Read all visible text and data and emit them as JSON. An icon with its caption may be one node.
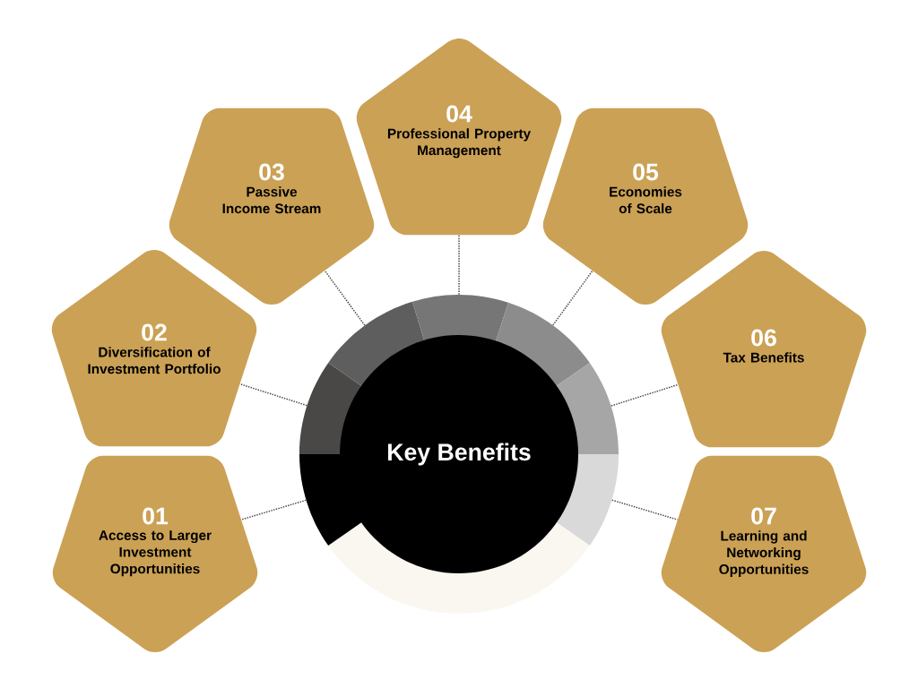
{
  "diagram": {
    "nodes": [
      {
        "text": [
          "Key Benefits"
        ]
      },
      {
        "text": [
          "01",
          "Access to Larger Investment Opportunities"
        ]
      },
      {
        "text": [
          "02",
          "Diversification of Investment Portfolio"
        ]
      },
      {
        "text": [
          "03",
          "Passive Income Stream"
        ]
      },
      {
        "text": [
          "04",
          "Professional Property Management"
        ]
      },
      {
        "text": [
          "05",
          "Economies of Scale"
        ]
      },
      {
        "text": [
          "06",
          "Tax Benefits"
        ]
      },
      {
        "text": [
          "07",
          "Learning and Networking Opportunities"
        ]
      }
    ],
    "edges": [
      {
        "from": 0,
        "to": 1,
        "arrow": "none",
        "style": "dashed"
      },
      {
        "from": 0,
        "to": 2,
        "arrow": "none",
        "style": "dashed"
      },
      {
        "from": 0,
        "to": 3,
        "arrow": "none",
        "style": "dashed"
      },
      {
        "from": 0,
        "to": 4,
        "arrow": "none",
        "style": "dashed"
      },
      {
        "from": 0,
        "to": 5,
        "arrow": "none",
        "style": "dashed"
      },
      {
        "from": 0,
        "to": 6,
        "arrow": "none",
        "style": "dashed"
      },
      {
        "from": 0,
        "to": 7,
        "arrow": "none",
        "style": "dashed"
      }
    ]
  }
}
